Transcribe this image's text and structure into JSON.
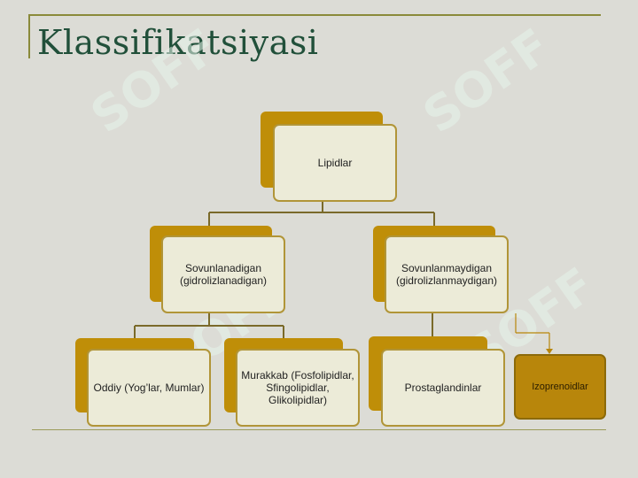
{
  "title": "Klassifikatsiyasi",
  "watermark_text": "SOFF",
  "colors": {
    "background": "#dcdcd6",
    "title": "#21503a",
    "node_fill": "#ecebd8",
    "node_border": "#b19538",
    "node_shadow": "#bf8e08",
    "connector": "#7a6a2a"
  },
  "diagram": {
    "root": "Lipidlar",
    "level1": {
      "left": "Sovunlanadigan (gidrolizlanadigan)",
      "right": "Sovunlanmaydigan (gidrolizlanmaydigan)"
    },
    "level2": {
      "simple": "Oddiy (Yog’lar, Mumlar)",
      "complex": "Murakkab (Fosfolipidlar, Sfingolipidlar, Glikolipidlar)",
      "prostaglandins": "Prostaglandinlar",
      "isoprenoids": "Izoprenoidlar"
    }
  }
}
